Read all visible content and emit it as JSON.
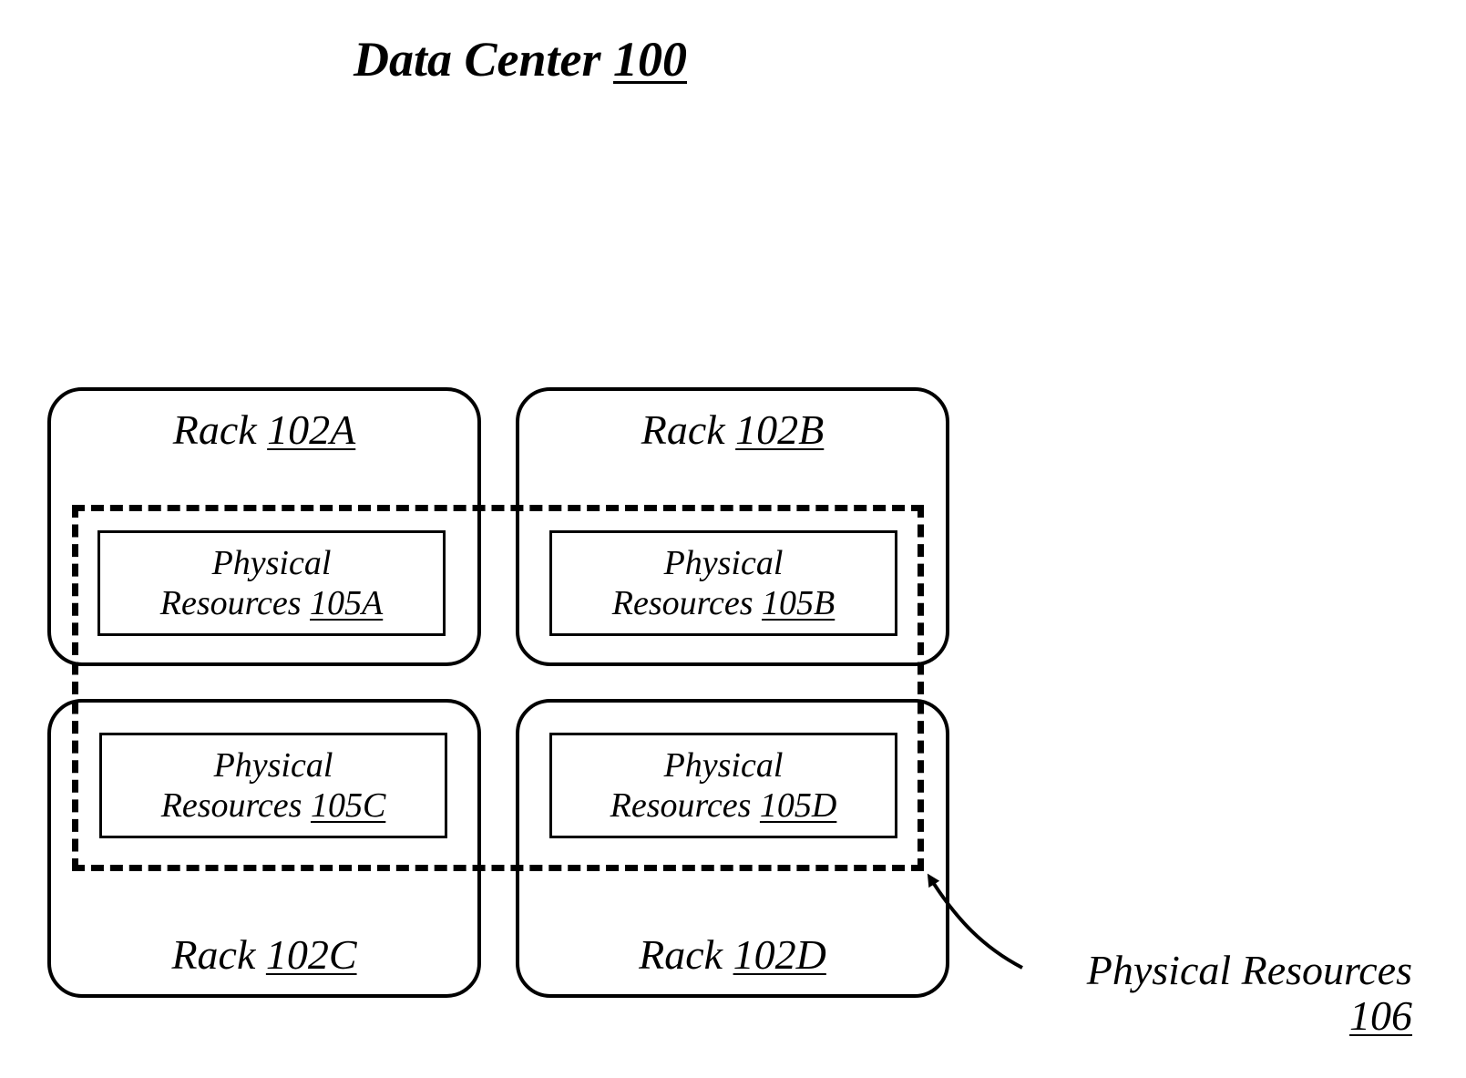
{
  "title": {
    "text": "Data Center",
    "ref": "100"
  },
  "racks": [
    {
      "label": "Rack",
      "ref": "102A"
    },
    {
      "label": "Rack",
      "ref": "102B"
    },
    {
      "label": "Rack",
      "ref": "102C"
    },
    {
      "label": "Rack",
      "ref": "102D"
    }
  ],
  "resources": [
    {
      "line1": "Physical",
      "line2": "Resources",
      "ref": "105A"
    },
    {
      "line1": "Physical",
      "line2": "Resources",
      "ref": "105B"
    },
    {
      "line1": "Physical",
      "line2": "Resources",
      "ref": "105C"
    },
    {
      "line1": "Physical",
      "line2": "Resources",
      "ref": "105D"
    }
  ],
  "pool": {
    "label": "Physical Resources",
    "ref": "106"
  }
}
